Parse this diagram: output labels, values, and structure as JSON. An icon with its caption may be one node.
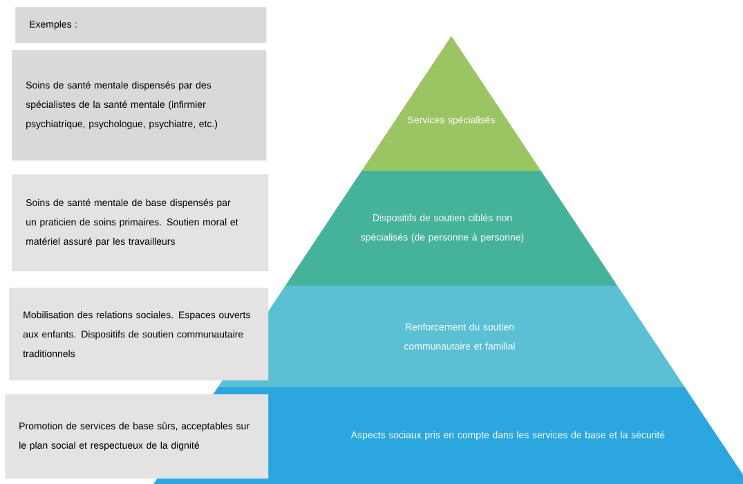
{
  "diagram": {
    "nodes": [
      {
        "text": [
          "Exemples :"
        ]
      },
      {
        "text": [
          "Soins de santé mentale dispensés par des spécialistes de la santé mentale (infirmier psychiatrique, psychologue, psychiatre, etc.)"
        ]
      },
      {
        "text": [
          "Soins de santé mentale de base dispensés par un praticien de soins primaires. Soutien moral et matériel assuré par les travailleurs"
        ]
      },
      {
        "text": [
          "Mobilisation des relations sociales. Espaces ouverts aux enfants. Dispositifs de soutien communautaire traditionnels"
        ]
      },
      {
        "text": [
          "Promotion de services de base sûrs, acceptables sur le plan social et respectueux de la dignité"
        ]
      },
      {
        "text": [
          "Services spécialisés"
        ]
      },
      {
        "text": [
          "Dispositifs de soutien ciblés non spécialisés (de personne à personne)"
        ]
      },
      {
        "text": [
          "Renforcement du soutien communautaire et familial"
        ]
      },
      {
        "text": [
          "Aspects sociaux pris en compte dans les services de base et la sécurité"
        ]
      }
    ]
  }
}
